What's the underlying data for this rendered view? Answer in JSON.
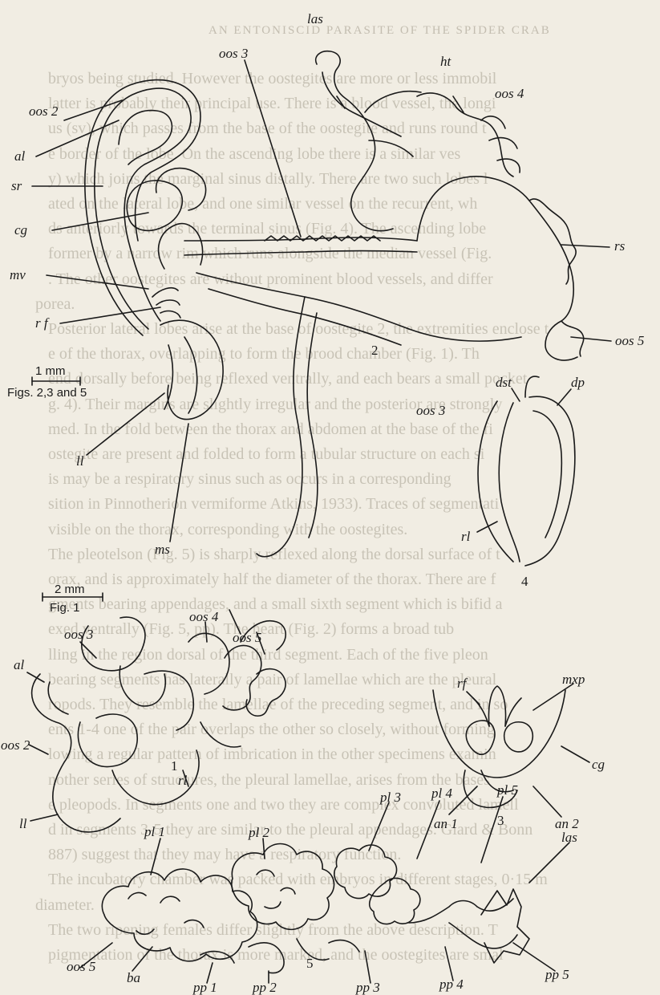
{
  "header": "AN ENTONISCID PARASITE OF THE SPIDER CRAB",
  "body_lines": [
    "bryos being studied.  However the oostegites are more or less immobil",
    "latter is probably their principal use. There is a blood vessel, the longi",
    "us (sv), which passes from the base of the oostegite and runs round t",
    "e border of the lobe. On the ascending lobe there is a similar ves",
    "y) which joins the marginal sinus distally. There are two such lobes l",
    "ated on the lateral lobe, and one similar vessel on the recurrent, wh",
    "ds anteriorly towards the terminal sinus (Fig. 4). The ascending lobe",
    "former by a narrow rim which runs alongside the median vessel (Fig.",
    ". The other oostegites are without prominent blood vessels, and differ",
    "porea.",
    "Posterior lateral lobes arise at the base of oostegite 2, the extremities enclose t",
    "e of the thorax, overlapping to form the brood chamber (Fig. 1). Th",
    "end dorsally before being reflexed ventrally, and each bears a small pocket",
    "g. 4). Their margins are slightly irregular and the posterior are strongly",
    "med. In the fold between the thorax and abdomen at the base of the fi",
    "ostegite are present and folded to form a tubular structure on each si",
    "is may be a respiratory sinus such as occurs in a corresponding",
    "sition in Pinnotherion vermiforme Atkins, 1933). Traces of segmentati",
    "visible on the thorax, corresponding with the oostegites.",
    "The pleotelson (Fig. 5) is sharply reflexed along the dorsal surface of t",
    "orax, and is approximately half the diameter of the thorax. There are f",
    "gments bearing appendages, and a small sixth segment which is bifid a",
    "exed ventrally (Fig. 5, pp). The heart (Fig. 2) forms a broad tub",
    "lling in the region dorsal of the third segment. Each of the five pleon",
    "bearing segments has laterally a pair of lamellae which are the pleural",
    "ropods. They resemble the lamellae of the preceding segment, and in so",
    "ents 1-4 one of the pair overlaps the other so closely, without forming",
    "lowing a regular pattern of imbrication in the other specimens examin",
    "nother series of structures, the pleural lamellae, arises from the bases",
    "e pleopods. In segments one and two they are complex convoluted lamell",
    "d in segments 3-5 they are similar to the pleural appendages. Giard & Bonn",
    "887) suggest that they may have a respiratory function.",
    "The incubatory chamber was packed with embryos in different stages, 0·15 m",
    "diameter.",
    "The two ripening females differ slightly from the above description. T",
    "pigmentation of the thorax is more marked, and the oostegites are smal"
  ],
  "labels": {
    "las_top": "las",
    "oos3_top": "oos 3",
    "ht": "ht",
    "oos4_top": "oos 4",
    "oos2_top": "oos 2",
    "al_top": "al",
    "sr": "sr",
    "cg_top": "cg",
    "mv": "mv",
    "rf_top": "r f",
    "rs": "rs",
    "oos5_right": "oos 5",
    "fig2_num": "2",
    "scale1_text": "1 mm",
    "scale1_caption": "Figs. 2,3 and 5",
    "ll_mid": "ll",
    "ms": "ms",
    "dst": "dst",
    "dp": "dp",
    "oos3_fig4": "oos 3",
    "rl_fig4": "rl",
    "fig4_num": "4",
    "scale2_text": "2 mm",
    "scale2_caption": "Fig. 1",
    "oos3_fig1": "oos 3",
    "oos4_fig1": "oos 4",
    "oos5_fig1": "oos 5",
    "al_fig1": "al",
    "oos2_fig1": "oos 2",
    "fig1_num": "1",
    "rl_fig1": "rl",
    "ll_fig1": "ll",
    "rf_fig3": "rf",
    "mxp": "mxp",
    "cg_fig3": "cg",
    "fig3_num": "3",
    "an1": "an 1",
    "an2": "an 2",
    "pl1": "pl 1",
    "pl2": "pl 2",
    "pl3": "pl 3",
    "pl4": "pl 4",
    "pl5": "pl 5",
    "las_fig5": "las",
    "oos5_fig5": "oos 5",
    "ba": "ba",
    "pp1": "pp 1",
    "pp2": "pp 2",
    "pp3": "pp 3",
    "pp4": "pp 4",
    "pp5": "pp 5",
    "fig5_num": "5"
  }
}
